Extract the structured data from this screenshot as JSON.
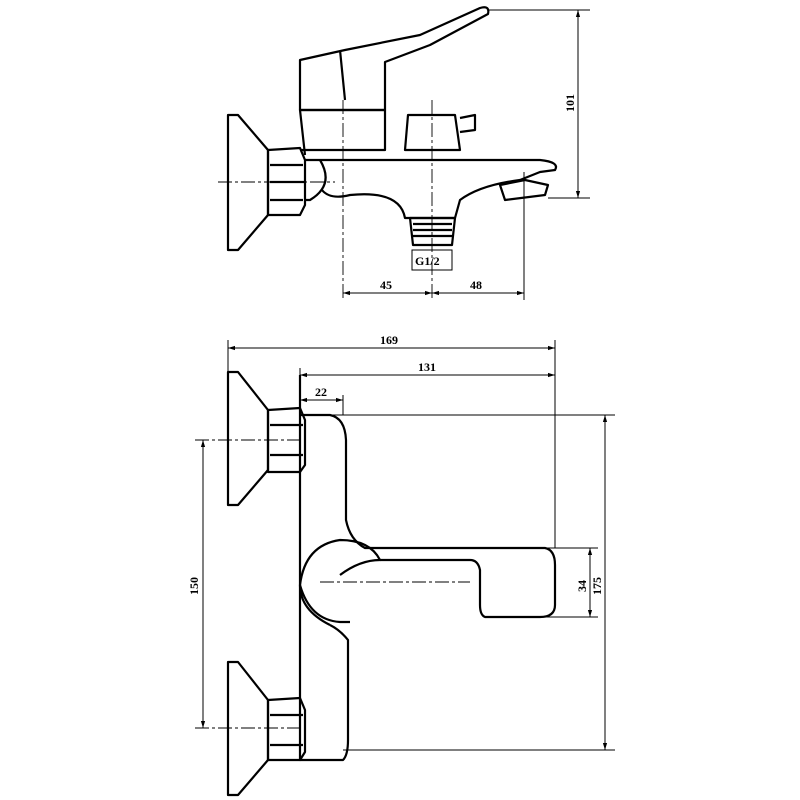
{
  "title": "Bath mixer technical drawing",
  "side_view": {
    "dims": {
      "height": "101",
      "thread": "G1/2",
      "left_offset": "45",
      "right_offset": "48"
    }
  },
  "top_view": {
    "dims": {
      "overall_length": "169",
      "body_to_spout": "131",
      "body_offset": "22",
      "center_distance": "150",
      "overall_height": "175",
      "spout_width": "34"
    }
  },
  "colors": {
    "line": "#000000",
    "background": "#ffffff"
  }
}
